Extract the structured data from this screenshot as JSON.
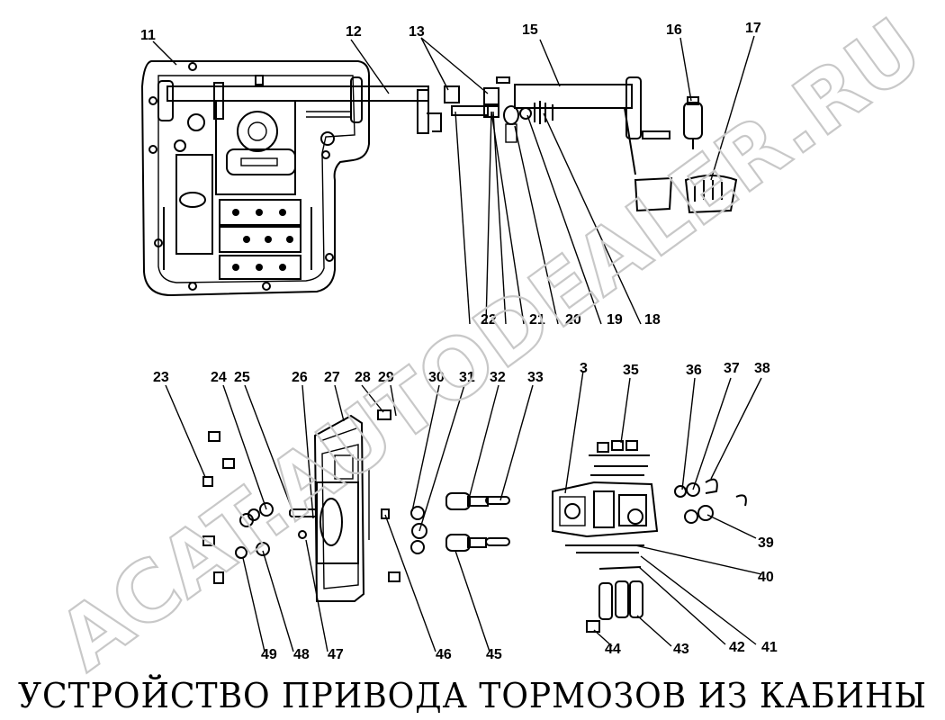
{
  "title": "УСТРОЙСТВО ПРИВОДА ТОРМОЗОВ ИЗ КАБИНЫ",
  "watermark": "ACAT.AUTODEALER.RU",
  "callouts": {
    "c11": "11",
    "c12": "12",
    "c13": "13",
    "c15": "15",
    "c16": "16",
    "c17": "17",
    "c22": "22",
    "c21": "21",
    "c20": "20",
    "c19": "19",
    "c18": "18",
    "c23": "23",
    "c24": "24",
    "c25": "25",
    "c26": "26",
    "c27": "27",
    "c28": "28",
    "c29": "29",
    "c30": "30",
    "c31": "31",
    "c32": "32",
    "c33": "33",
    "c3": "3",
    "c35": "35",
    "c36": "36",
    "c37": "37",
    "c38": "38",
    "c39": "39",
    "c40": "40",
    "c41": "41",
    "c42": "42",
    "c43": "43",
    "c44": "44",
    "c45": "45",
    "c46": "46",
    "c47": "47",
    "c48": "48",
    "c49": "49"
  },
  "colors": {
    "ink": "#000000",
    "paper": "#ffffff",
    "watermark": "#c8c8c8"
  }
}
